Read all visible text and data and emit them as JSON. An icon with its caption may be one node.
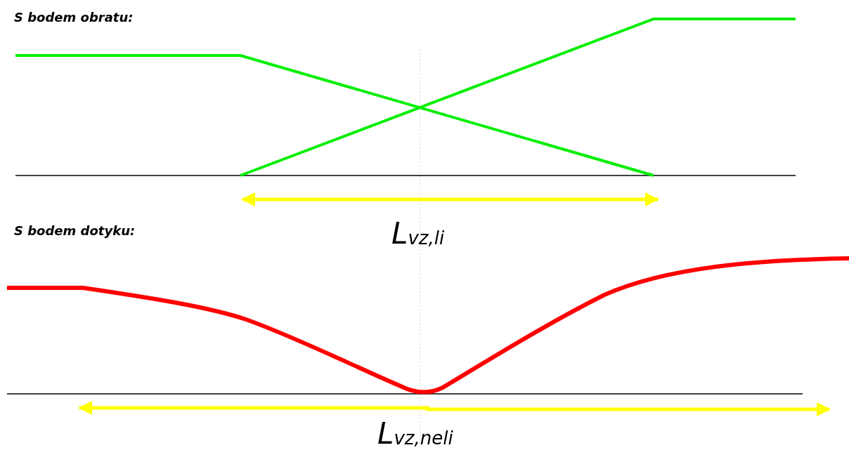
{
  "diagram": {
    "labels": [
      "S bodem obratu:",
      "S bodem dotyku:",
      "L$_{vz,li}$",
      "L$_{vz,neli}$"
    ]
  }
}
